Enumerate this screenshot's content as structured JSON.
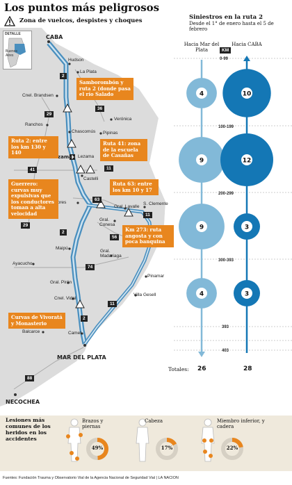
{
  "title": "Los puntos más peligrosos",
  "legend": {
    "label": "Zona de vuelcos, despistes y choques",
    "icon": "warning-triangle-icon"
  },
  "inset": {
    "label": "DETALLE",
    "area": "Buenos Aires"
  },
  "places": {
    "caba": "CABA",
    "hudson": "Hudson",
    "la_plata": "La Plata",
    "cnel_brandsen": "Cnel. Brandsen",
    "ranchos": "Ranchos",
    "chascomus": "Chascomús",
    "pipinas": "Pipinas",
    "veronica": "Verónica",
    "upa": "UPA Trauma de Lezama",
    "lezama": "Lezama",
    "castelli": "Castelli",
    "dolores": "Dolores",
    "gral_lavalle": "Gral. Lavalle",
    "s_clemente": "S. Clemente",
    "gral_conesa": "Gral.\nConesa",
    "maipu": "Maipú",
    "ayacucho": "Ayacucho",
    "gral_madariaga": "Gral.\nMadariaga",
    "pinamar": "Pinamar",
    "gral_piran": "Gral. Pirán",
    "cnel_vidal": "Cnel. Vidal",
    "villa_gesell": "Villa Gesell",
    "balcarce": "Balcarce",
    "camet": "Camet",
    "mar_del_plata": "MAR DEL PLATA",
    "necochea": "NECOCHEA"
  },
  "route_tags": [
    "2",
    "36",
    "29",
    "41",
    "11",
    "63",
    "11",
    "56",
    "2",
    "29",
    "74",
    "11",
    "2",
    "88"
  ],
  "callouts": {
    "samborombon": "Samborombón y ruta 2 (donde pasa el río Salado",
    "ruta2": "Ruta 2: entre los km 130 y 140",
    "ruta41": "Ruta 41: zona de la escuela de Casañas",
    "guerrero": "Guerrero: curvas muy expulsivas que los conductores toman a alta velocidad",
    "ruta63": "Ruta 63: entre los km 10 y 17",
    "km273": "Km 273: ruta angosta y con poca banquina",
    "vivorata": "Curvas de Vivoratá y Monasterio"
  },
  "chart": {
    "title": "Siniestros en la ruta 2",
    "subtitle": "Desde el 1° de enero hasta el 5 de febrero",
    "col_a": "Hacia Mar del Plata",
    "col_b": "Hacia CABA",
    "km_label": "KM",
    "segments": [
      "0-99",
      "100-199",
      "200-299",
      "300-393",
      "393",
      "403"
    ],
    "totals_label": "Totales:",
    "total_a": "26",
    "total_b": "28",
    "colors": {
      "light": "#82b9d8",
      "dark": "#1477b5"
    }
  },
  "chart_data": {
    "type": "table",
    "categories": [
      "0-99",
      "100-199",
      "200-299",
      "300-393"
    ],
    "series": [
      {
        "name": "Hacia Mar del Plata",
        "values": [
          4,
          9,
          9,
          4
        ]
      },
      {
        "name": "Hacia CABA",
        "values": [
          10,
          12,
          3,
          3
        ]
      }
    ]
  },
  "injuries": {
    "heading": "Lesiones más comunes de los heridos en los accidentes",
    "items": [
      {
        "label": "Brazos y piernas",
        "value": "49%",
        "fraction": 0.49
      },
      {
        "label": "Cabeza",
        "value": "17%",
        "fraction": 0.17
      },
      {
        "label": "Miembro inferior, y cadera",
        "value": "22%",
        "fraction": 0.22
      }
    ],
    "accent": "#e8861e"
  },
  "footer": "Fuentes: Fundación Trauma y Observatorio Vial de la Agencia Nacional de Seguridad Vial | LA NACION"
}
